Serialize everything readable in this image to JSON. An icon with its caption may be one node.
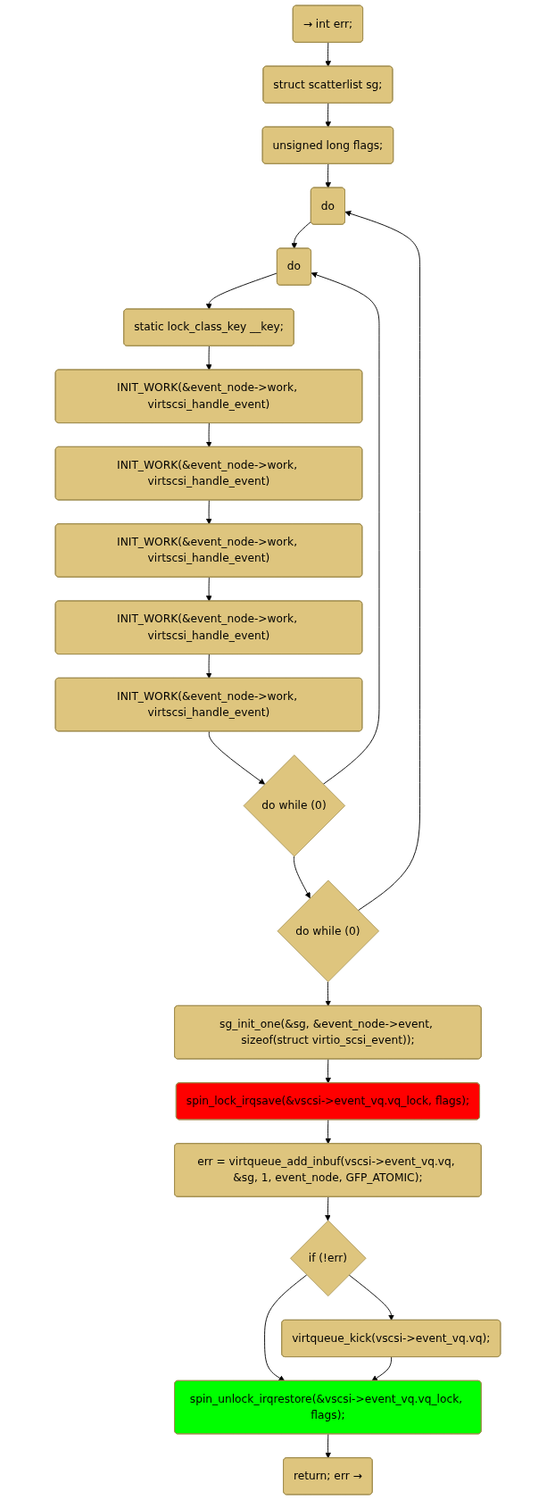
{
  "diagram": {
    "nodes": [
      {
        "text": [
          "→ int err;"
        ]
      },
      {
        "text": [
          "struct scatterlist sg;"
        ]
      },
      {
        "text": [
          "unsigned long flags;"
        ]
      },
      {
        "text": [
          "do"
        ]
      },
      {
        "text": [
          "do"
        ]
      },
      {
        "text": [
          "static lock_class_key __key;"
        ]
      },
      {
        "text": [
          "INIT_WORK(&event_node->work, virtscsi_handle_event)"
        ]
      },
      {
        "text": [
          "INIT_WORK(&event_node->work, virtscsi_handle_event)"
        ]
      },
      {
        "text": [
          "INIT_WORK(&event_node->work, virtscsi_handle_event)"
        ]
      },
      {
        "text": [
          "INIT_WORK(&event_node->work, virtscsi_handle_event)"
        ]
      },
      {
        "text": [
          "INIT_WORK(&event_node->work, virtscsi_handle_event)"
        ]
      },
      {
        "text": [
          "do while (0)"
        ]
      },
      {
        "text": [
          "do while (0)"
        ]
      },
      {
        "text": [
          "sg_init_one(&sg, &event_node->event, sizeof(struct virtio_scsi_event));"
        ]
      },
      {
        "text": [
          "spin_lock_irqsave(&vscsi->event_vq.vq_lock, flags);"
        ]
      },
      {
        "text": [
          "err = virtqueue_add_inbuf(vscsi->event_vq.vq, &sg, 1, event_node, GFP_ATOMIC);"
        ]
      },
      {
        "text": [
          "if (!err)"
        ]
      },
      {
        "text": [
          "virtqueue_kick(vscsi->event_vq.vq);"
        ]
      },
      {
        "text": [
          "spin_unlock_irqrestore(&vscsi->event_vq.vq_lock, flags);"
        ]
      },
      {
        "text": [
          "return; err →"
        ]
      }
    ],
    "edges": [
      {
        "from": 0,
        "to": 1,
        "arrow": "to"
      },
      {
        "from": 1,
        "to": 2,
        "arrow": "to"
      },
      {
        "from": 2,
        "to": 3,
        "arrow": "to"
      },
      {
        "from": 3,
        "to": 4,
        "arrow": "to"
      },
      {
        "from": 4,
        "to": 5,
        "arrow": "to"
      },
      {
        "from": 5,
        "to": 6,
        "arrow": "to"
      },
      {
        "from": 6,
        "to": 7,
        "arrow": "to"
      },
      {
        "from": 7,
        "to": 8,
        "arrow": "to"
      },
      {
        "from": 8,
        "to": 9,
        "arrow": "to"
      },
      {
        "from": 9,
        "to": 10,
        "arrow": "to"
      },
      {
        "from": 10,
        "to": 11,
        "arrow": "to"
      },
      {
        "from": 11,
        "to": 4,
        "arrow": "to"
      },
      {
        "from": 11,
        "to": 12,
        "arrow": "to"
      },
      {
        "from": 12,
        "to": 3,
        "arrow": "to"
      },
      {
        "from": 12,
        "to": 13,
        "arrow": "to"
      },
      {
        "from": 13,
        "to": 14,
        "arrow": "to"
      },
      {
        "from": 14,
        "to": 15,
        "arrow": "to"
      },
      {
        "from": 15,
        "to": 16,
        "arrow": "to"
      },
      {
        "from": 16,
        "to": 17,
        "arrow": "to"
      },
      {
        "from": 16,
        "to": 18,
        "arrow": "to"
      },
      {
        "from": 17,
        "to": 18,
        "arrow": "to"
      },
      {
        "from": 18,
        "to": 19,
        "arrow": "to"
      }
    ]
  }
}
